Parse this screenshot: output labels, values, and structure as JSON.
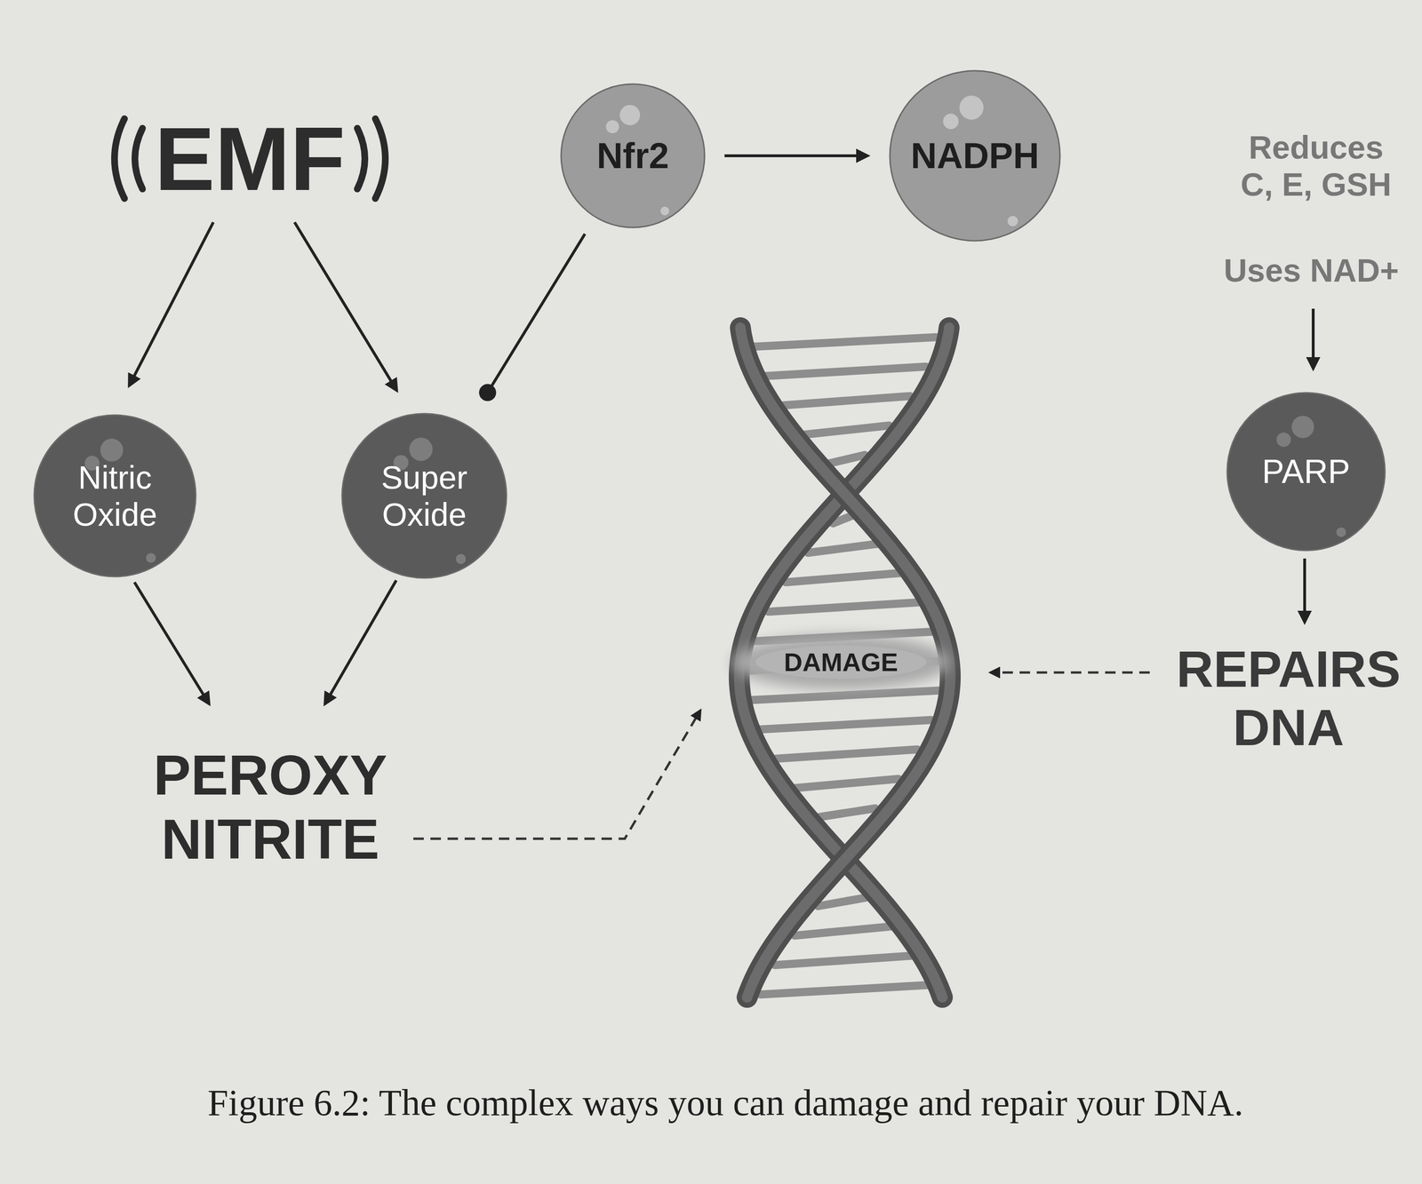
{
  "diagram": {
    "caption": "Figure 6.2: The complex ways you can damage and repair your DNA.",
    "nodes": [
      {
        "text": [
          "Nfr2"
        ]
      },
      {
        "text": [
          "NADPH"
        ]
      },
      {
        "text": [
          "Nitric Oxide"
        ]
      },
      {
        "text": [
          "Super Oxide"
        ]
      },
      {
        "text": [
          "PARP"
        ]
      },
      {
        "text": [
          "DAMAGE"
        ]
      }
    ],
    "edges": [
      {
        "from": 0,
        "to": 1,
        "arrow": "to"
      },
      {
        "from": 0,
        "to": 3,
        "arrow": "none"
      }
    ],
    "labels": [
      "EMF",
      "PEROXY NITRITE",
      "Reduces C, E, GSH",
      "Uses NAD+",
      "REPAIRS DNA"
    ]
  }
}
